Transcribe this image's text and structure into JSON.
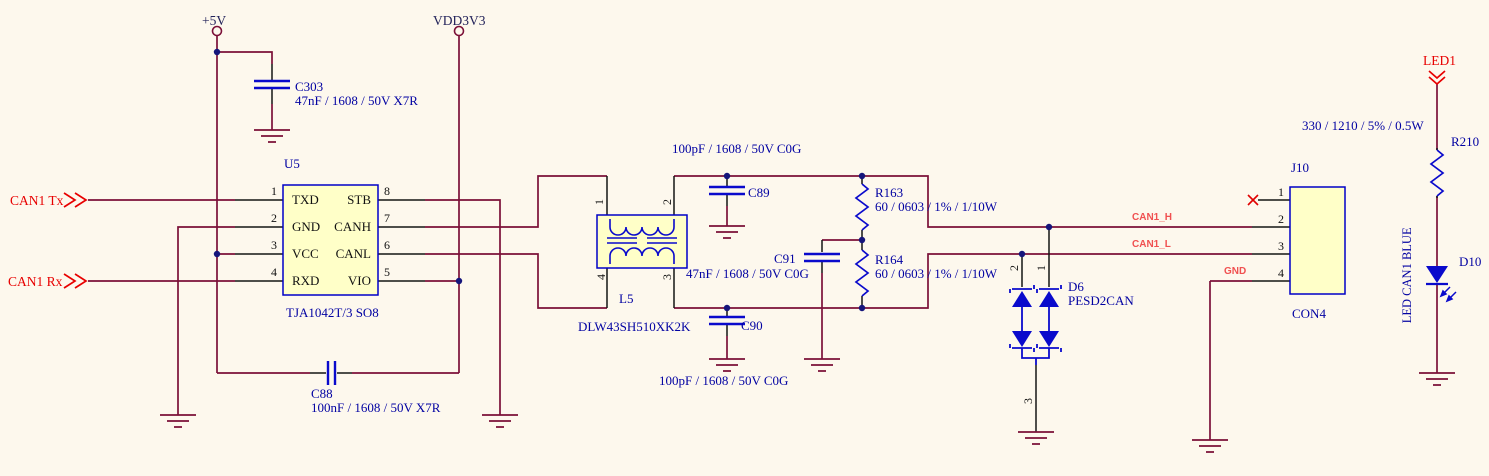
{
  "colors": {
    "background": "#FDF8ED",
    "wire": "#7B1038",
    "symbol_blue": "#0A0ACC",
    "component_fill": "#FFFFC8",
    "component_border": "#0000C8",
    "junction": "#15157B",
    "label_blue": "#0202A2",
    "port_red": "#E80000",
    "net_label_red": "#F05050",
    "pin_black": "#151515"
  },
  "power": {
    "p5v": "+5V",
    "vdd3v3": "VDD3V3"
  },
  "ports": {
    "can1_tx": "CAN1 Tx",
    "can1_rx": "CAN1 Rx",
    "led1": "LED1"
  },
  "nets": {
    "can1_h": "CAN1_H",
    "can1_l": "CAN1_L",
    "gnd": "GND"
  },
  "u5": {
    "ref": "U5",
    "part": "TJA1042T/3 SO8",
    "left_pins": [
      {
        "num": "1",
        "name": "TXD"
      },
      {
        "num": "2",
        "name": "GND"
      },
      {
        "num": "3",
        "name": "VCC"
      },
      {
        "num": "4",
        "name": "RXD"
      }
    ],
    "right_pins": [
      {
        "num": "8",
        "name": "STB"
      },
      {
        "num": "7",
        "name": "CANH"
      },
      {
        "num": "6",
        "name": "CANL"
      },
      {
        "num": "5",
        "name": "VIO"
      }
    ]
  },
  "l5": {
    "ref": "L5",
    "part": "DLW43SH510XK2K",
    "pin_top_left": "1",
    "pin_top_right": "2",
    "pin_bottom_left": "4",
    "pin_bottom_right": "3"
  },
  "capacitors": {
    "c303": {
      "ref": "C303",
      "value": "47nF / 1608 / 50V X7R"
    },
    "c88": {
      "ref": "C88",
      "value": "100nF / 1608 / 50V X7R"
    },
    "c89": {
      "ref": "C89",
      "value": "100pF / 1608 / 50V C0G"
    },
    "c90": {
      "ref": "C90",
      "value": "100pF / 1608 / 50V C0G"
    },
    "c91": {
      "ref": "C91",
      "value": "47nF / 1608 / 50V C0G"
    }
  },
  "resistors": {
    "r163": {
      "ref": "R163",
      "value": "60 / 0603 / 1% / 1/10W"
    },
    "r164": {
      "ref": "R164",
      "value": "60 / 0603 / 1% / 1/10W"
    },
    "r210": {
      "ref": "R210",
      "value": "330 / 1210 / 5% / 0.5W"
    }
  },
  "d6": {
    "ref": "D6",
    "part": "PESD2CAN",
    "pin_left": "2",
    "pin_right": "1",
    "pin_bottom": "3"
  },
  "j10": {
    "ref": "J10",
    "part": "CON4",
    "pins": [
      "1",
      "2",
      "3",
      "4"
    ]
  },
  "d10": {
    "ref": "D10",
    "note": "LED CAN1 BLUE"
  }
}
